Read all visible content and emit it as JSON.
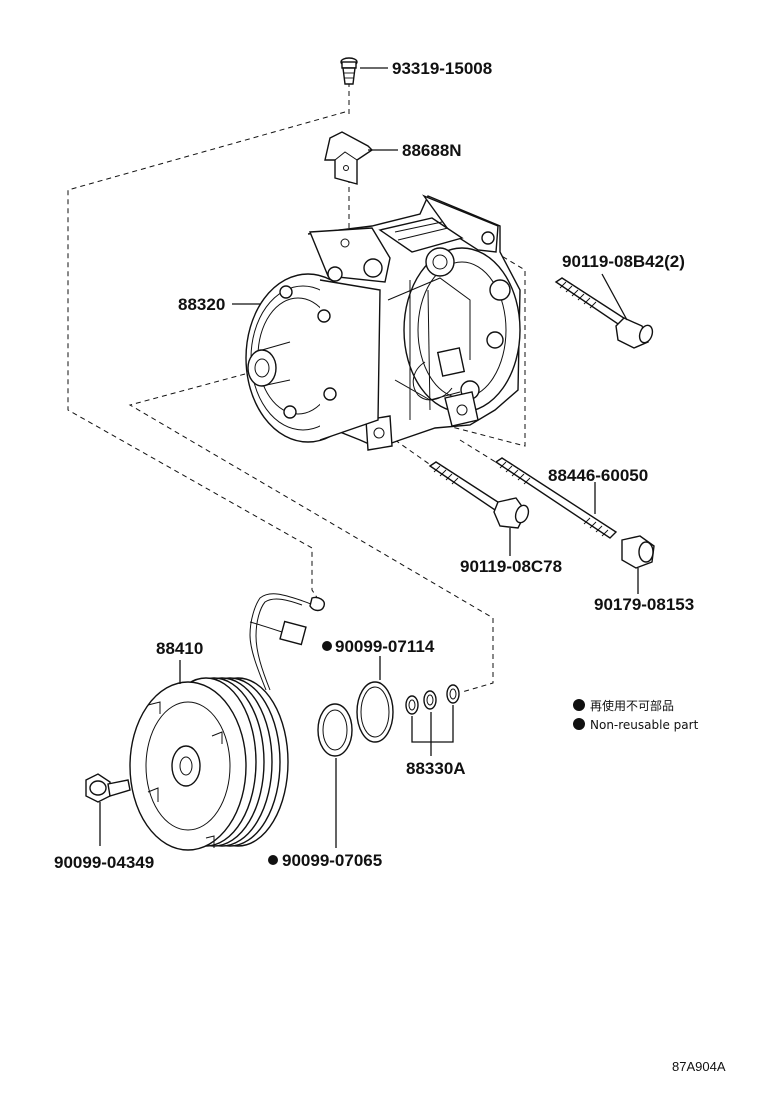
{
  "callouts": {
    "c93319": "93319-15008",
    "c88688": "88688N",
    "c90119b42": "90119-08B42(2)",
    "c88320": "88320",
    "c88446": "88446-60050",
    "c90119c78": "90119-08C78",
    "c90179": "90179-08153",
    "c88410": "88410",
    "c90099_07114": "90099-07114",
    "c88330a": "88330A",
    "c90099_04349": "90099-04349",
    "c90099_07065": "90099-07065"
  },
  "legend": {
    "marker": "●",
    "line_ja": "再使用不可部品",
    "line_en": "Non-reusable part"
  },
  "figure_code": "87A904A"
}
